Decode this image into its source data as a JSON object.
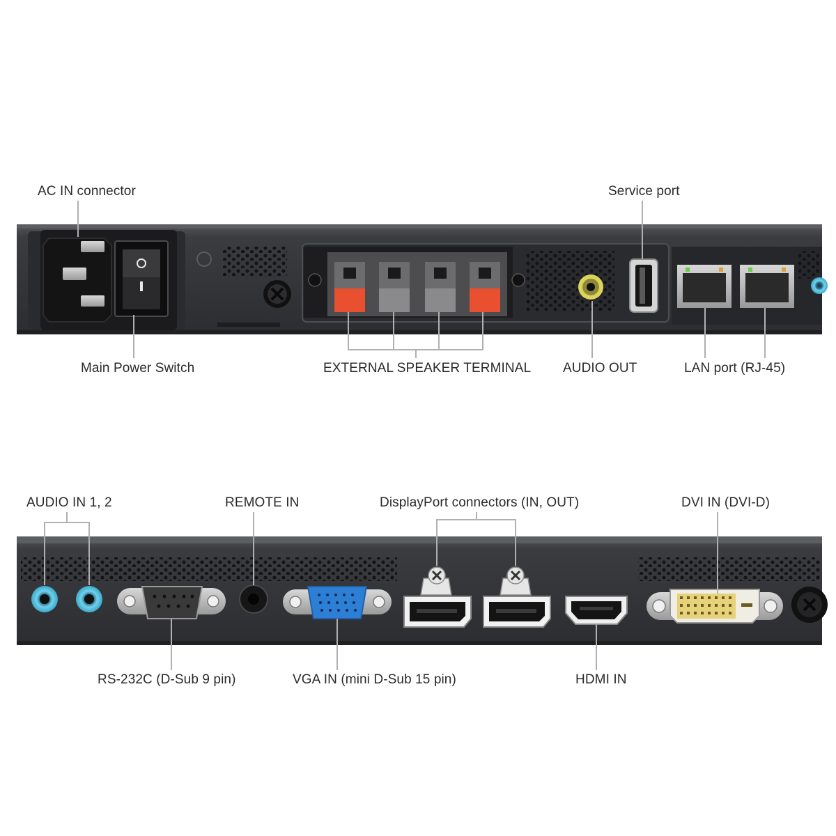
{
  "colors": {
    "panel": "#3a3a3c",
    "panel_dark": "#232325",
    "port_black": "#141414",
    "terminal_red": "#e8502f",
    "lan_green": "#6ccb4a",
    "audio_cyan": "#5bc8e8",
    "vga_blue": "#2d7fd6",
    "dvi_pins": "#e6d27a",
    "audio_out_yellow": "#dcd35a",
    "leader_line": "#b0b0b0"
  },
  "labels": {
    "ac_in": "AC IN connector",
    "service_port": "Service port",
    "main_power_switch": "Main Power Switch",
    "external_speaker_terminal": "EXTERNAL SPEAKER TERMINAL",
    "audio_out": "AUDIO OUT",
    "lan_port": "LAN port (RJ-45)",
    "audio_in": "AUDIO IN 1, 2",
    "remote_in": "REMOTE IN",
    "displayport": "DisplayPort connectors (IN, OUT)",
    "dvi_in": "DVI IN (DVI-D)",
    "rs232c": "RS-232C (D-Sub 9 pin)",
    "vga_in": "VGA IN (mini D-Sub 15 pin)",
    "hdmi_in": "HDMI IN"
  },
  "icons": {
    "power_switch": "power-rocker-switch-icon",
    "speaker_terminal": "speaker-terminal-icon",
    "lan": "rj45-port-icon",
    "hdmi": "hdmi-port-icon",
    "displayport": "displayport-icon",
    "vga": "vga-port-icon",
    "dvi": "dvi-port-icon",
    "rs232": "d-sub-9-port-icon",
    "audio_jack": "audio-jack-icon",
    "usb": "usb-service-port-icon"
  }
}
